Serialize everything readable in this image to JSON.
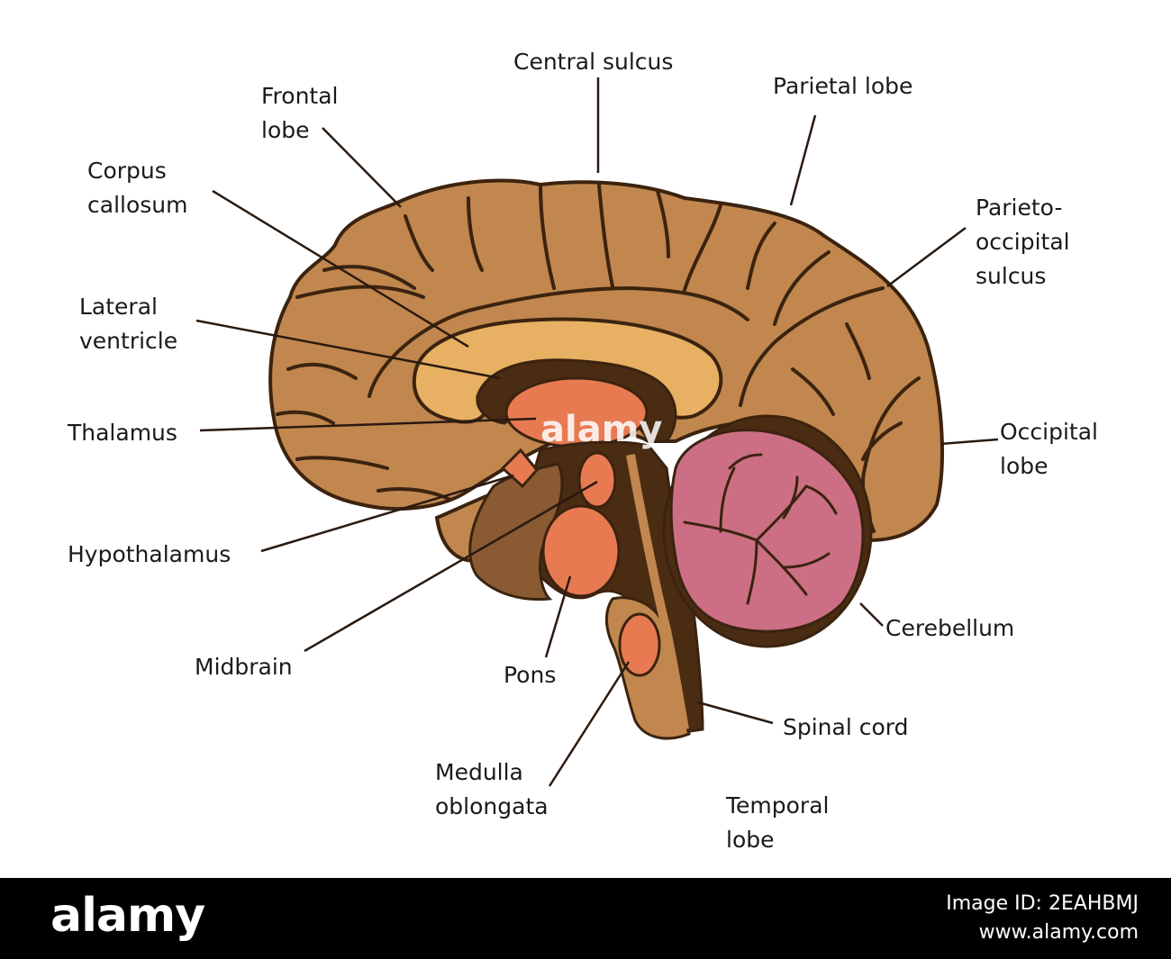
{
  "colors": {
    "cerebrum": "#c1874e",
    "outline": "#3b230f",
    "dark_interior": "#4a2c13",
    "corpus_callosum": "#e7b062",
    "thalamus": "#e87a52",
    "midbrain": "#8a5a33",
    "cerebellum": "#cc6f84",
    "brainstem": "#c1874e",
    "leader_line": "#2a1a10"
  },
  "labels": {
    "central_sulcus": "Central sulcus",
    "frontal_lobe": "Frontal\nlobe",
    "parietal_lobe": "Parietal lobe",
    "corpus_callosum": "Corpus\ncallosum",
    "parieto_occipital_sulcus": "Parieto-\noccipital\nsulcus",
    "lateral_ventricle": "Lateral\nventricle",
    "thalamus": "Thalamus",
    "occipital_lobe": "Occipital\nlobe",
    "hypothalamus": "Hypothalamus",
    "cerebellum": "Cerebellum",
    "midbrain": "Midbrain",
    "pons": "Pons",
    "spinal_cord": "Spinal cord",
    "medulla_oblongata": "Medulla\noblongata",
    "temporal_lobe": "Temporal\nlobe"
  },
  "watermark": {
    "logo": "alamy",
    "center_mark": "alamy",
    "image_id": "Image ID: 2EAHBMJ",
    "site": "www.alamy.com"
  }
}
